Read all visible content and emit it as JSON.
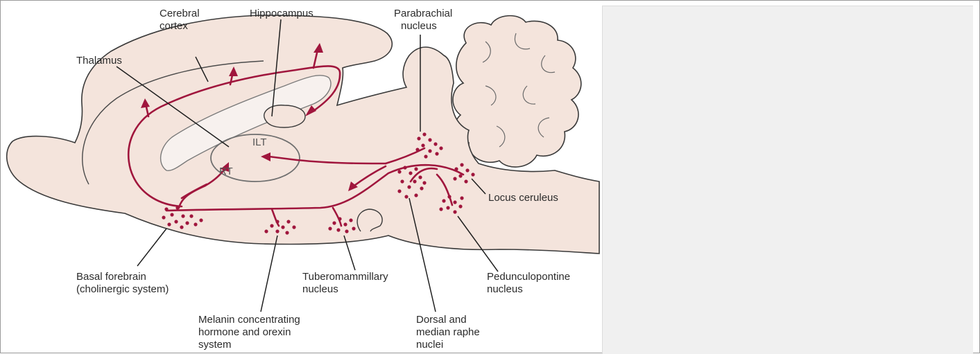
{
  "labels": {
    "cerebral_cortex": [
      "Cerebral",
      "cortex"
    ],
    "hippocampus": "Hippocampus",
    "parabrachial": [
      "Parabrachial",
      "nucleus"
    ],
    "thalamus": "Thalamus",
    "ilt": "ILT",
    "rt": "RT",
    "locus_ceruleus": "Locus ceruleus",
    "basal_forebrain": [
      "Basal forebrain",
      "(cholinergic system)"
    ],
    "tuberomammillary": [
      "Tuberomammillary",
      "nucleus"
    ],
    "pedunculopontine": [
      "Pedunculopontine",
      "nucleus"
    ],
    "melanin": [
      "Melanin concentrating",
      "hormone and orexin",
      "system"
    ],
    "raphe": [
      "Dorsal and",
      "median raphe",
      "nuclei"
    ]
  },
  "colors": {
    "pathway": "#a0163d",
    "tissue": "#f4e4dc",
    "panel": "#f0f0f0"
  }
}
